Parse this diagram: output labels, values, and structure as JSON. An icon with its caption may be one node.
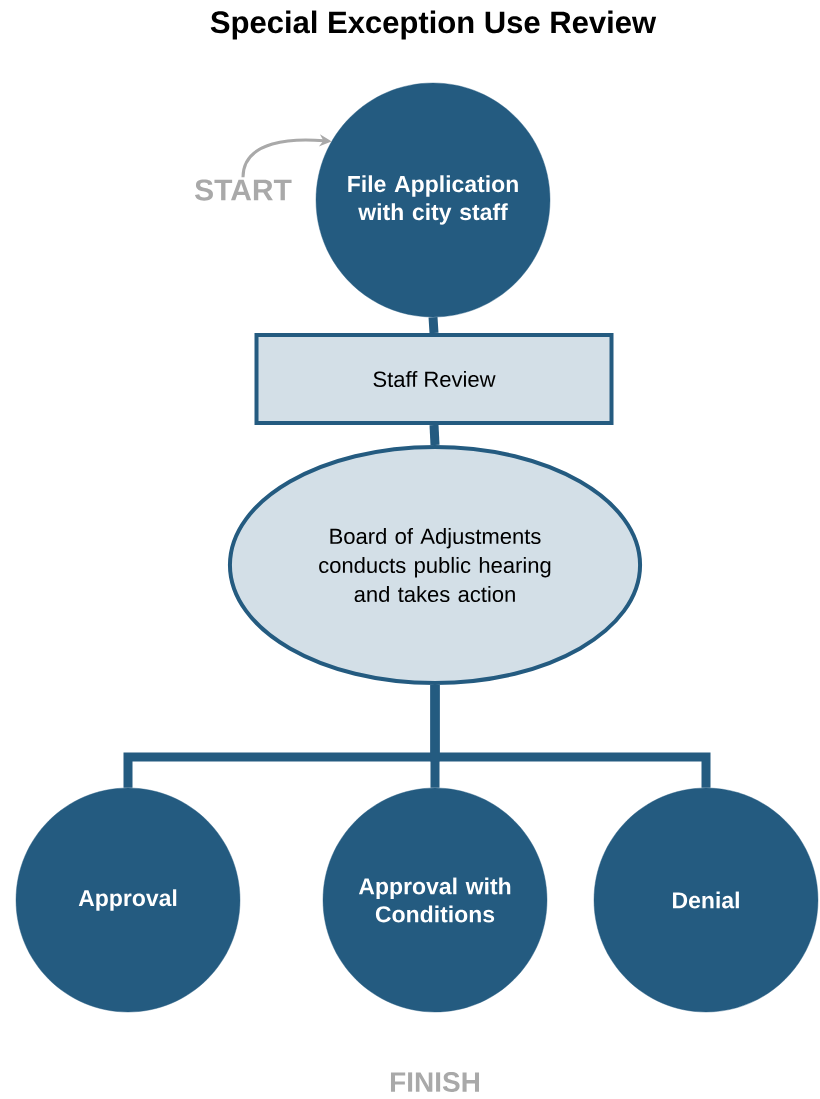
{
  "diagram": {
    "title": "Special Exception Use Review",
    "nodes": [
      {
        "text": [
          "File Application with city staff"
        ]
      },
      {
        "text": [
          "START"
        ]
      },
      {
        "text": [
          "Staff Review"
        ]
      },
      {
        "text": [
          "Board of Adjustments conducts public hearing and takes action"
        ]
      },
      {
        "text": [
          "Approval"
        ]
      },
      {
        "text": [
          "Approval with Conditions"
        ]
      },
      {
        "text": [
          "Denial"
        ]
      }
    ],
    "edges": [
      {
        "from": 1,
        "to": 0,
        "arrow": "to",
        "color": "#a9a9a9"
      },
      {
        "from": 0,
        "to": 2,
        "arrow": "none"
      },
      {
        "from": 2,
        "to": 3,
        "arrow": "none"
      },
      {
        "from": 3,
        "to": 4,
        "arrow": "none"
      },
      {
        "from": 3,
        "to": 5,
        "arrow": "none"
      },
      {
        "from": 3,
        "to": 6,
        "arrow": "none"
      }
    ],
    "labels": [
      "FINISH"
    ]
  }
}
